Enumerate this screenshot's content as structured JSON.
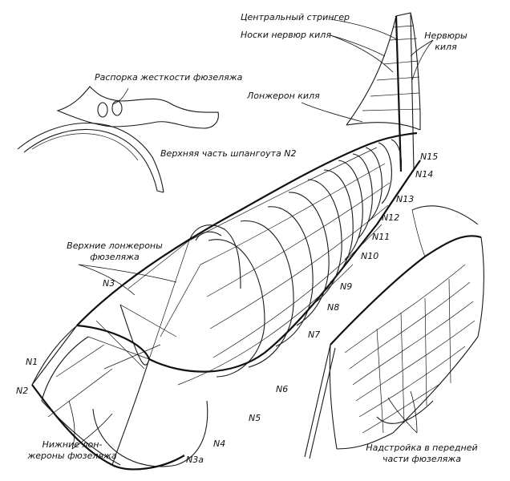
{
  "labels": {
    "central_stringer": "Центральный стрингер",
    "fin_rib_noses": "Носки нервюр киля",
    "fin_ribs": "Нервюры\nкиля",
    "fin_spar": "Лонжерон киля",
    "fuselage_brace": "Распорка жесткости фюзеляжа",
    "frame_n2_top": "Верхняя часть шпангоута N2",
    "upper_spars": "Верхние лонжероны\nфюзеляжа",
    "lower_spars": "Нижние лон-\nжероны фюзеляжа",
    "forward_superstructure": "Надстройка в передней\nчасти фюзеляжа"
  },
  "frame_numbers": {
    "n1": "N1",
    "n2": "N2",
    "n3": "N3",
    "n3a": "N3a",
    "n4": "N4",
    "n5": "N5",
    "n6": "N6",
    "n7": "N7",
    "n8": "N8",
    "n9": "N9",
    "n10": "N10",
    "n11": "N11",
    "n12": "N12",
    "n13": "N13",
    "n14": "N14",
    "n15": "N15"
  },
  "colors": {
    "ink": "#111111",
    "paper": "#ffffff"
  }
}
